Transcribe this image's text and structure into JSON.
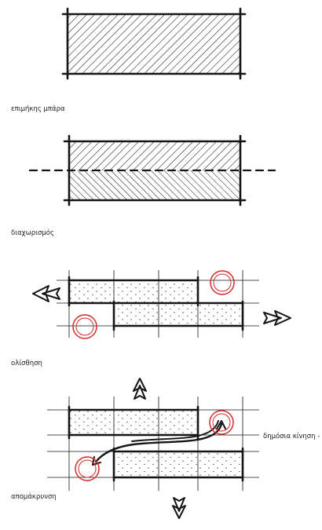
{
  "diagram": {
    "captions": {
      "step1": "επιμήκης μπάρα",
      "step2": "διαχωρισμός",
      "step3": "ολίσθηση",
      "step4": "απομάκρυνση",
      "public_movement": "δημόσια κίνηση -"
    },
    "colors": {
      "ink": "#151515",
      "marker": "#d42a2a",
      "background": "#ffffff",
      "caption": "#222222"
    },
    "icons": {
      "arrow_left": "double-arrow-left-icon",
      "arrow_right": "double-arrow-right-icon",
      "arrow_up": "double-arrow-up-icon",
      "arrow_down": "double-arrow-down-icon",
      "circle": "red-circle-marker-icon",
      "curve": "curved-arrow-icon"
    }
  }
}
